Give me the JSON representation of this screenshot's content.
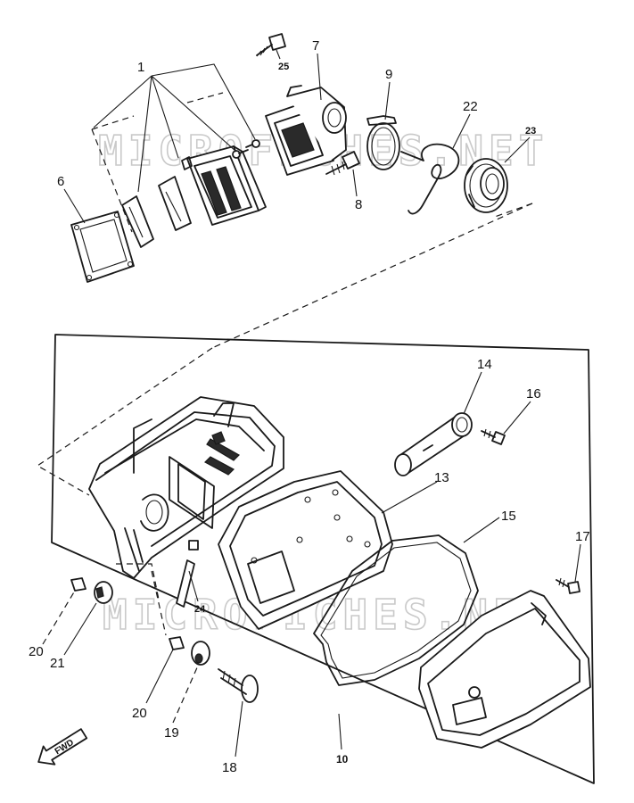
{
  "watermark": {
    "upper": "MICROFICHES.NET",
    "lower": "MICROFICHES.NET"
  },
  "direction_marker": {
    "label": "FWD",
    "icon": "fwd-arrow-icon"
  },
  "callouts": {
    "c1": "1",
    "c6": "6",
    "c7": "7",
    "c8": "8",
    "c9": "9",
    "c10": "10",
    "c13": "13",
    "c14": "14",
    "c15": "15",
    "c16": "16",
    "c17": "17",
    "c18": "18",
    "c19": "19",
    "c20a": "20",
    "c20b": "20",
    "c21": "21",
    "c22": "22",
    "c23": "23",
    "c24": "24",
    "c25": "25"
  }
}
